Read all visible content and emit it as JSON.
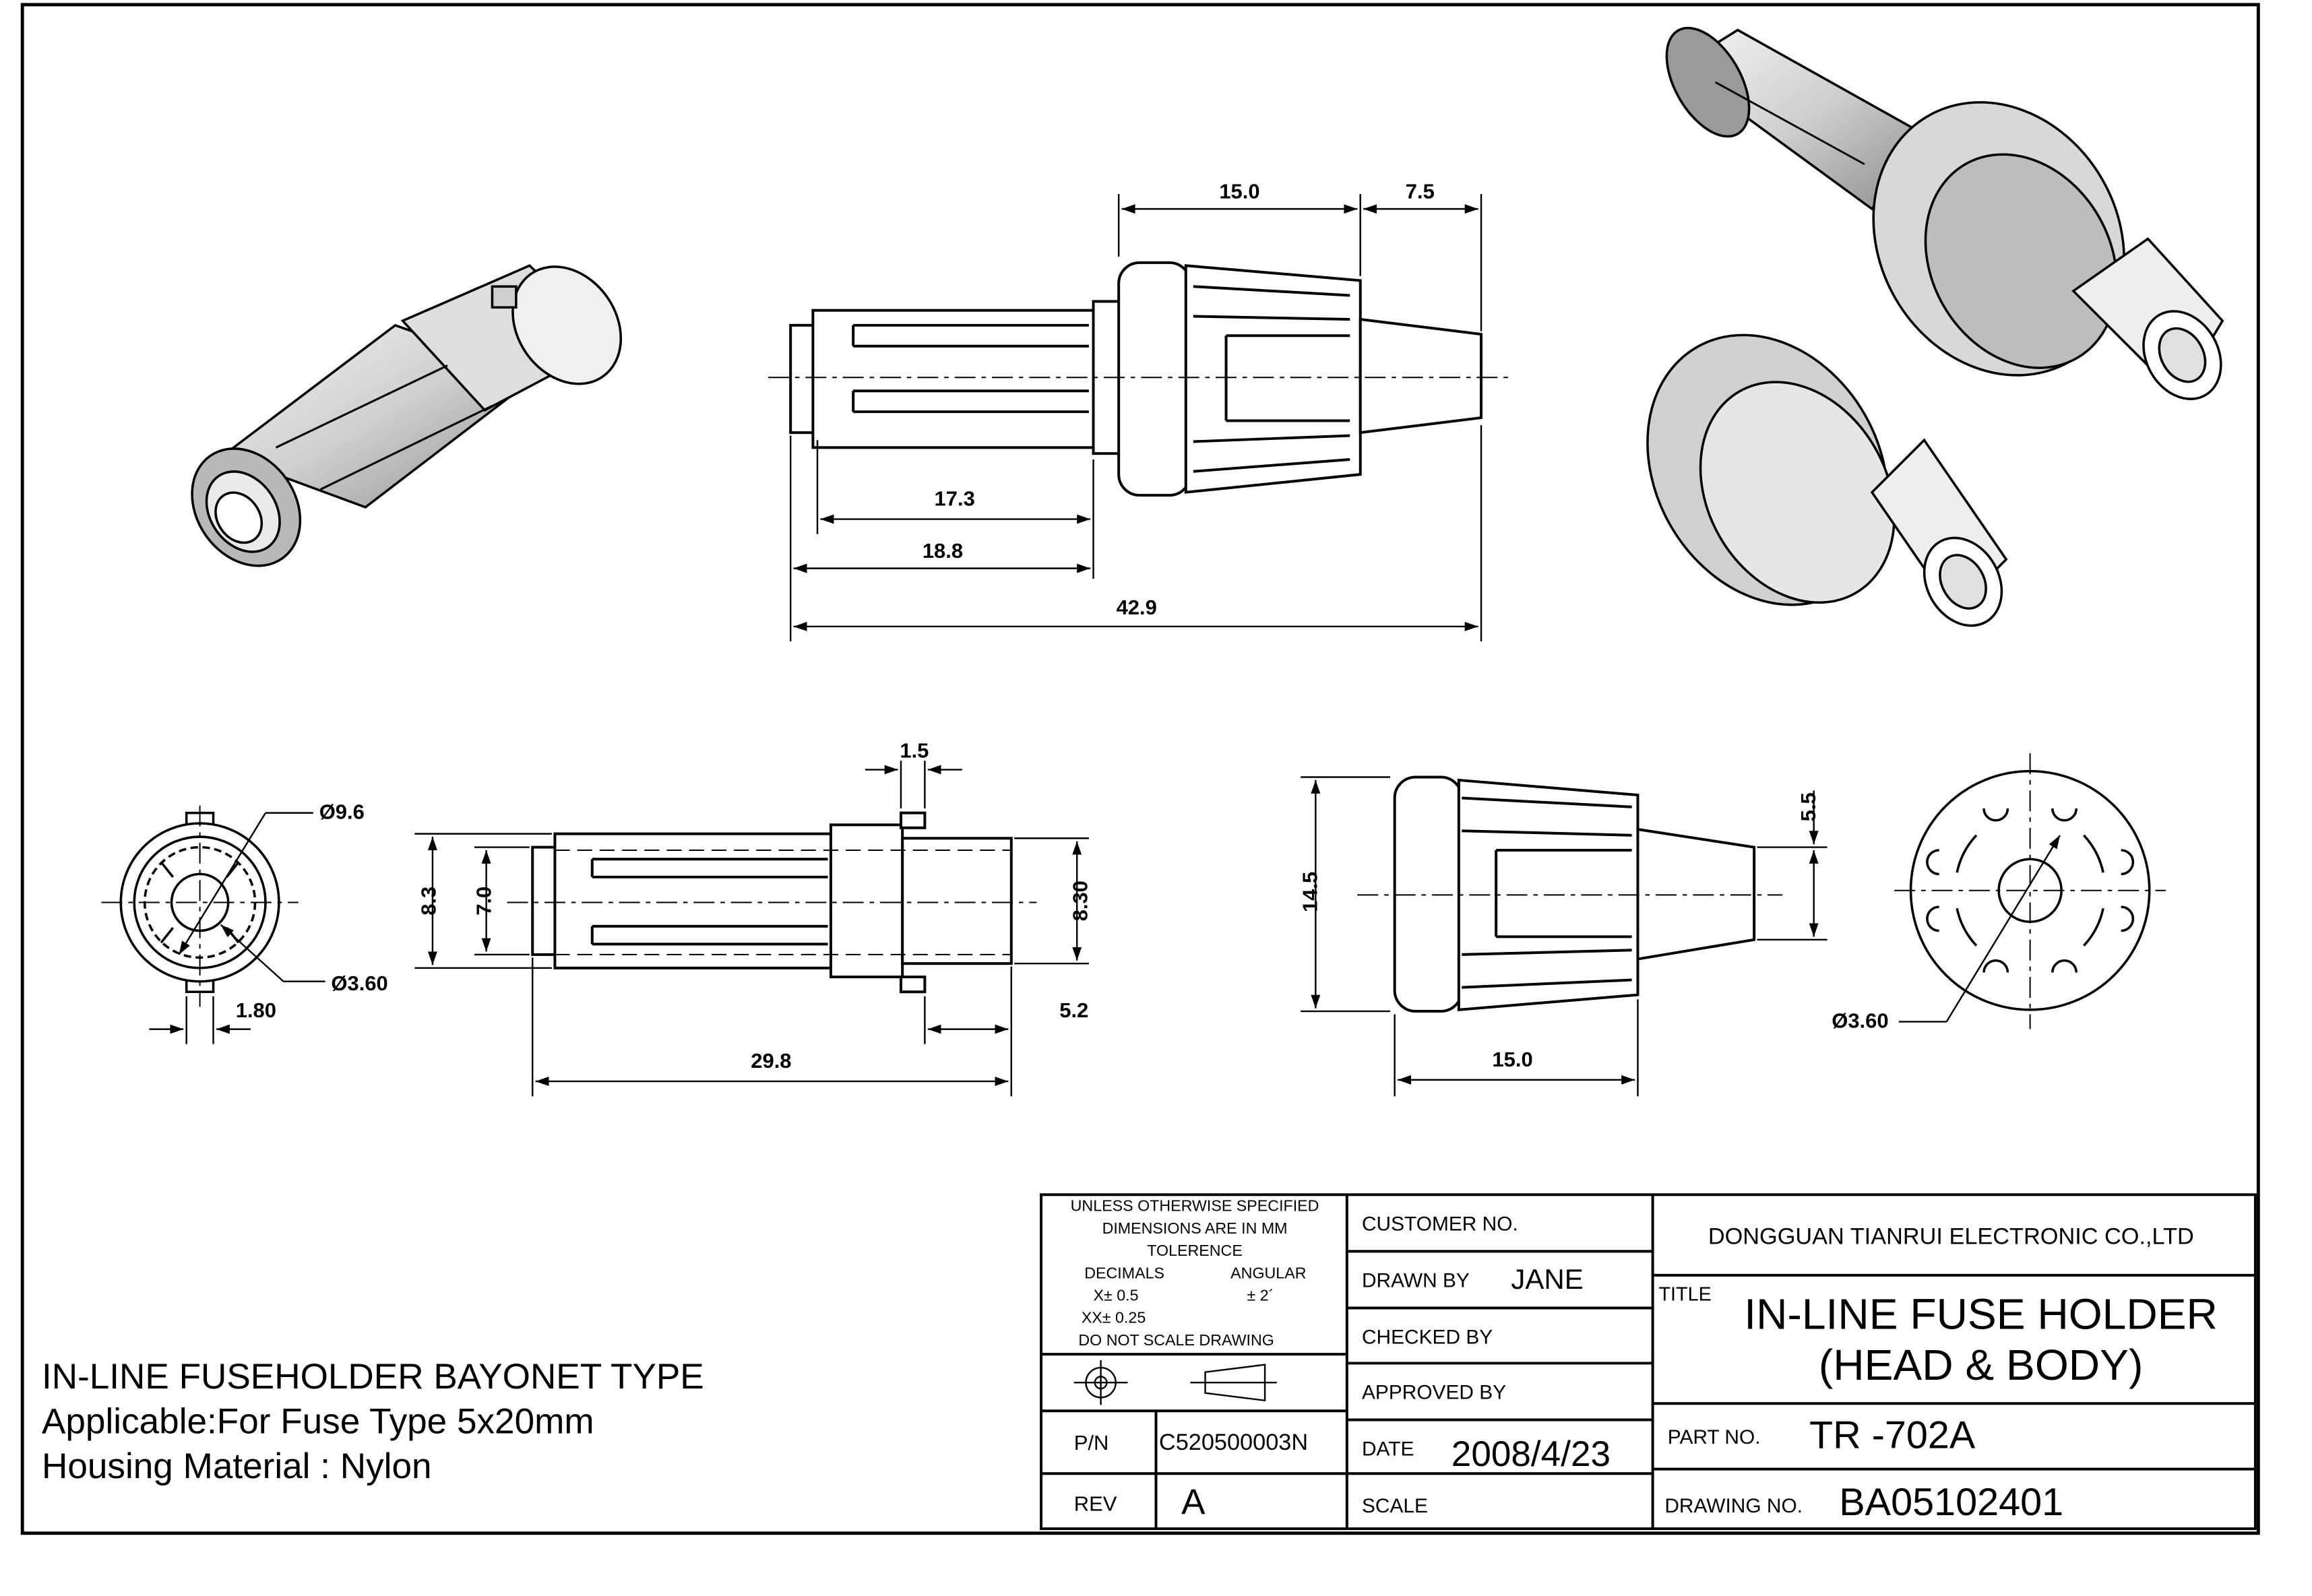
{
  "dimensions": {
    "top": {
      "d15_0": "15.0",
      "d7_5": "7.5",
      "d17_3": "17.3",
      "d18_8": "18.8",
      "d42_9": "42.9"
    },
    "end_view": {
      "dia9_6": "Ø9.6",
      "dia3_60": "Ø3.60",
      "d1_80": "1.80"
    },
    "body_side": {
      "d1_5": "1.5",
      "d8_3": "8.3",
      "d7_0": "7.0",
      "d8_30": "8.30",
      "d5_2": "5.2",
      "d29_8": "29.8"
    },
    "head_side": {
      "d14_5": "14.5",
      "d5_5": "5.5",
      "d15_0": "15.0"
    },
    "head_end": {
      "dia3_60": "Ø3.60"
    }
  },
  "notes": {
    "line1": "IN-LINE FUSEHOLDER BAYONET TYPE",
    "line2": "Applicable:For Fuse Type 5x20mm",
    "line3": "Housing Material : Nylon"
  },
  "title_block": {
    "tolerance": {
      "l1": "UNLESS OTHERWISE SPECIFIED",
      "l2": "DIMENSIONS ARE IN MM",
      "l3": "TOLERENCE",
      "decimals": "DECIMALS",
      "angular": "ANGULAR",
      "x_tol": "X± 0.5",
      "ang_tol": "±  2´",
      "xx_tol": "XX± 0.25",
      "no_scale": "DO NOT SCALE DRAWING"
    },
    "pn_label": "P/N",
    "pn_value": "C520500003N",
    "rev_label": "REV",
    "rev_value": "A",
    "customer_label": "CUSTOMER NO.",
    "drawn_by_label": "DRAWN BY",
    "drawn_by_value": "JANE",
    "checked_by_label": "CHECKED BY",
    "approved_by_label": "APPROVED BY",
    "date_label": "DATE",
    "date_value": "2008/4/23",
    "scale_label": "SCALE",
    "company": "DONGGUAN TIANRUI ELECTRONIC CO.,LTD",
    "title_label": "TITLE",
    "title_line1": "IN-LINE FUSE HOLDER",
    "title_line2": "(HEAD & BODY)",
    "part_no_label": "PART NO.",
    "part_no_value": "TR -702A",
    "drawing_no_label": "DRAWING NO.",
    "drawing_no_value": "BA05102401"
  }
}
